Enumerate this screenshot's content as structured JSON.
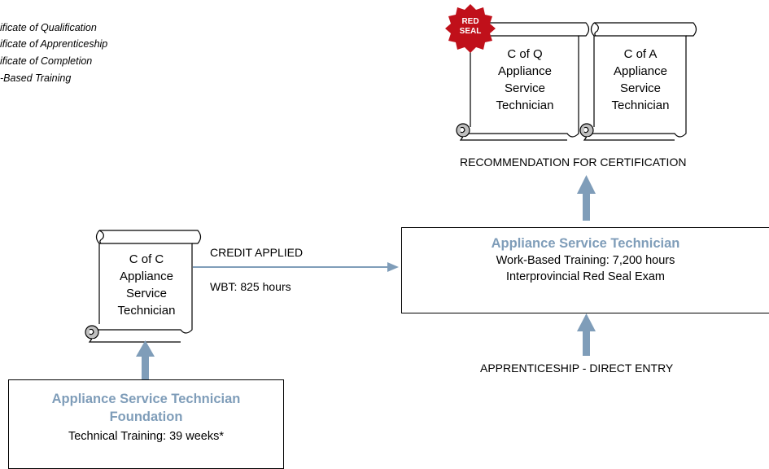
{
  "legend": [
    "ificate of Qualification",
    "ificate of Apprenticeship",
    "ificate of Completion",
    "-Based Training"
  ],
  "certificates": {
    "cofq": [
      "C of Q",
      "Appliance",
      "Service",
      "Technician"
    ],
    "cofa": [
      "C of A",
      "Appliance",
      "Service",
      "Technician"
    ],
    "cofc": [
      "C of C",
      "Appliance",
      "Service",
      "Technician"
    ]
  },
  "red_seal": [
    "RED",
    "SEAL"
  ],
  "recommendation": "RECOMMENDATION FOR CERTIFICATION",
  "apprenticeship_box": {
    "title": "Appliance Service Technician",
    "line1": "Work-Based Training: 7,200 hours",
    "line2": "Interprovincial Red Seal Exam"
  },
  "direct_entry": "APPRENTICESHIP - DIRECT ENTRY",
  "credit": {
    "label": "CREDIT APPLIED",
    "wbt": "WBT:  825 hours"
  },
  "foundation_box": {
    "title_line1": "Appliance Service Technician",
    "title_line2": "Foundation",
    "line1": "Technical Training:  39 weeks*"
  },
  "colors": {
    "arrow": "#7f9db9",
    "title": "#7f9db9",
    "seal": "#c0101a",
    "curl": "#bfbfbf"
  }
}
